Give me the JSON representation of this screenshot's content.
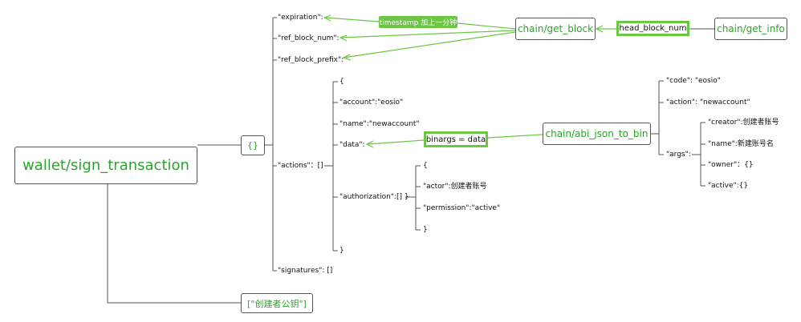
{
  "colors": {
    "accent": "#6cc644",
    "box_text": "#2aa52a",
    "line": "#555555"
  },
  "nodes": {
    "root": "wallet/sign_transaction",
    "tx_object": "{}",
    "pubkey": "[\"创建者公钥\"]",
    "get_block": "chain/get_block",
    "get_info": "chain/get_info",
    "abi_json_to_bin": "chain/abi_json_to_bin"
  },
  "fields": {
    "expiration": "\"expiration\":",
    "ref_block_num": "\"ref_block_num\":",
    "ref_block_prefix": "\"ref_block_prefix\":",
    "actions": "\"actions\"：[]",
    "signatures": "\"signatures\": []"
  },
  "action": {
    "open_brace": "{",
    "account": "\"account\":\"eosio\"",
    "name": "\"name\":\"newaccount\"",
    "data": "\"data\":",
    "authorization": "\"authorization\":[] }",
    "close_brace": "}"
  },
  "authorization": {
    "open_brace": "{",
    "actor": "\"actor\":创建者账号",
    "permission": "\"permission\":\"active\"",
    "close_brace": "}"
  },
  "abi": {
    "code": "\"code\": \"eosio\"",
    "action": "\"action\": \"newaccount\"",
    "args": "\"args\":"
  },
  "args": {
    "creator": "\"creator\":创建者账号",
    "name": "\"name\":新建账号名",
    "owner": "\"owner\"：{}",
    "active": "\"active\":{}"
  },
  "annotations": {
    "timestamp": "timestamp 加上一分钟",
    "head_block_num": "head_block_num",
    "binargs": "binargs = data"
  }
}
